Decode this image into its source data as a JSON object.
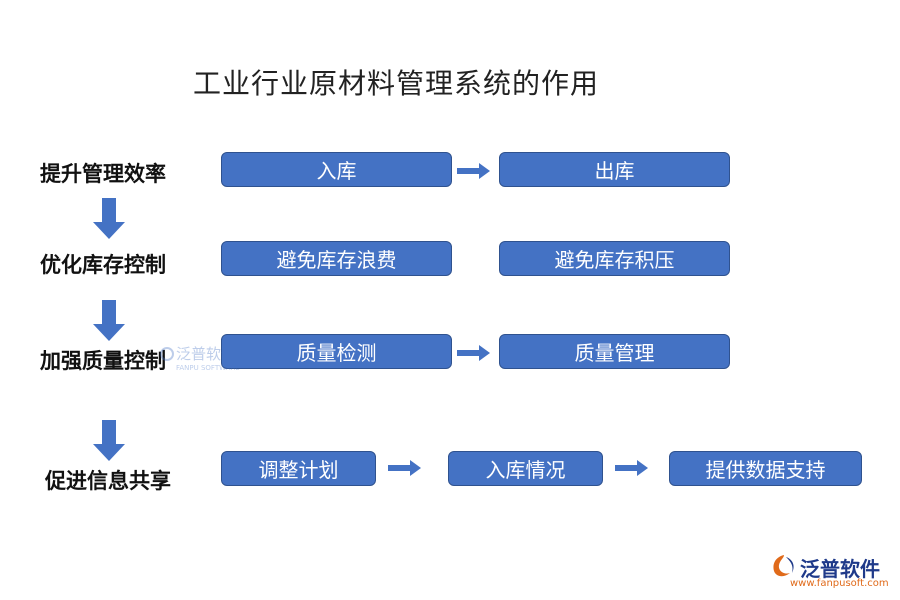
{
  "title": "工业行业原材料管理系统的作用",
  "stages": [
    "提升管理效率",
    "优化库存控制",
    "加强质量控制",
    "促进信息共享"
  ],
  "rows": [
    {
      "boxes": [
        "入库",
        "出库"
      ]
    },
    {
      "boxes": [
        "避免库存浪费",
        "避免库存积压"
      ]
    },
    {
      "boxes": [
        "质量检测",
        "质量管理"
      ]
    },
    {
      "boxes": [
        "调整计划",
        "入库情况",
        "提供数据支持"
      ]
    }
  ],
  "watermark": {
    "text": "泛普软件",
    "subtext": "FANPU SOFTWARE"
  },
  "logo": {
    "text": "泛普软件",
    "url": "www.fanpusoft.com"
  },
  "colors": {
    "box_fill": "#4472c4",
    "box_border": "#2f528f",
    "arrow": "#4472c4",
    "logo_text": "#1f3a8a",
    "logo_url": "#e06a1a"
  }
}
